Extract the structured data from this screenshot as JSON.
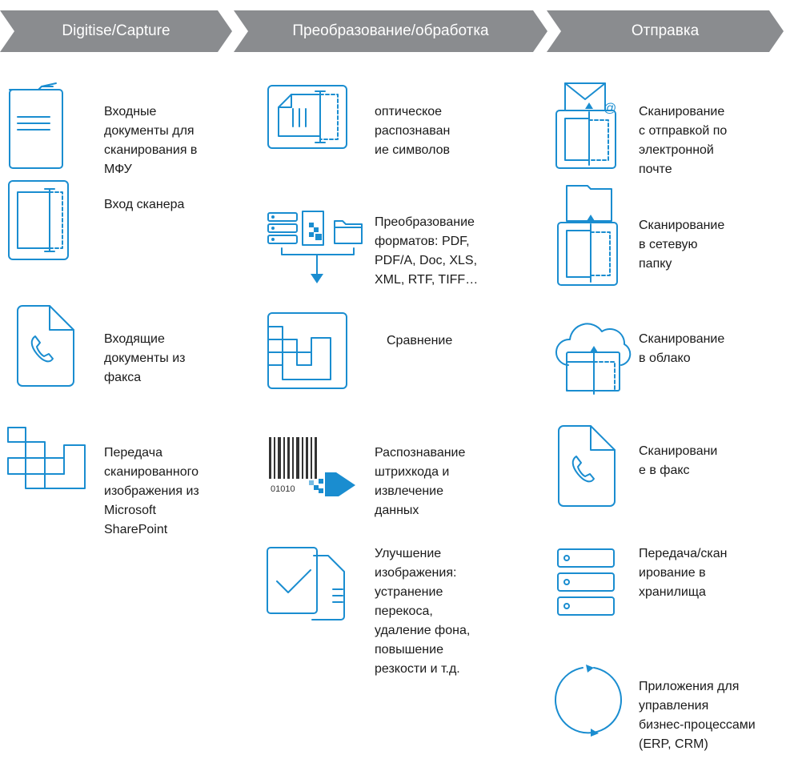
{
  "colors": {
    "header_bg": "#8a8c8f",
    "header_text": "#ffffff",
    "icon": "#1a8dd0",
    "text": "#1a1a1a"
  },
  "headers": {
    "col1": "Digitise/Capture",
    "col2": "Преобразование/обработка",
    "col3": "Отправка"
  },
  "col1": [
    {
      "icon": "mfp-scanner-icon",
      "label": "Входные\nдокументы для\nсканирования в\nМФУ"
    },
    {
      "icon": "scanner-input-icon",
      "label": "Вход сканера"
    },
    {
      "icon": "fax-document-icon",
      "label": "Входящие\nдокументы из\nфакса"
    },
    {
      "icon": "sharepoint-blocks-icon",
      "label": "Передача\nсканированного\nизображения из\nMicrosoft\nSharePoint"
    }
  ],
  "col2": [
    {
      "icon": "ocr-icon",
      "label": "оптическое\nраспознаван\nие символов"
    },
    {
      "icon": "format-conversion-icon",
      "label": "Преобразование\nформатов: PDF,\nPDF/A, Doc, XLS,\nXML, RTF, TIFF…"
    },
    {
      "icon": "comparison-icon",
      "label": "Сравнение"
    },
    {
      "icon": "barcode-icon",
      "barcode_digits": "01010",
      "label": "Распознавание\nштрихкода и\nизвлечение\nданных"
    },
    {
      "icon": "image-enhancement-icon",
      "label": "Улучшение\nизображения:\nустранение\nперекоса,\nудаление фона,\nповышение\nрезкости и т.д."
    }
  ],
  "col3": [
    {
      "icon": "scan-to-email-icon",
      "label": "Сканирование\nс отправкой по\nэлектронной\nпочте"
    },
    {
      "icon": "scan-to-folder-icon",
      "label": "Сканирование\nв сетевую\nпапку"
    },
    {
      "icon": "scan-to-cloud-icon",
      "label": "Сканирование\nв облако"
    },
    {
      "icon": "scan-to-fax-icon",
      "label": "Сканировани\nе в факс"
    },
    {
      "icon": "storage-icon",
      "label": "Передача/скан\nирование в\nхранилища"
    },
    {
      "icon": "business-apps-cycle-icon",
      "label": "Приложения для\nуправления\nбизнес-процессами\n(ERP, CRM)"
    }
  ]
}
